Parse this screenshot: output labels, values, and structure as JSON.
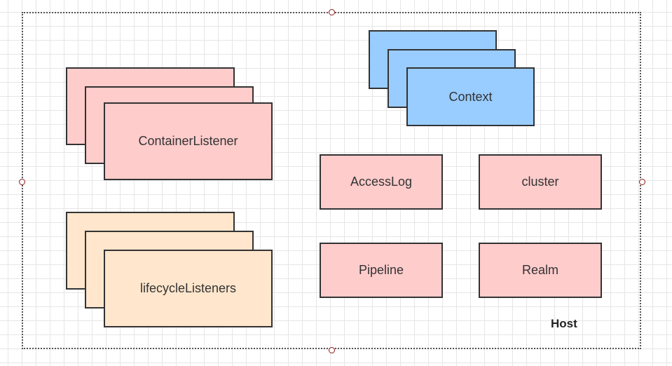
{
  "diagram": {
    "container": {
      "label": "Host"
    },
    "stacks": {
      "container_listener": {
        "label": "ContainerListener",
        "fill": "#ffcccc"
      },
      "lifecycle_listeners": {
        "label": "lifecycleListeners",
        "fill": "#ffe6cc"
      },
      "context": {
        "label": "Context",
        "fill": "#99ccff"
      }
    },
    "components": {
      "access_log": {
        "label": "AccessLog",
        "fill": "#ffcccc"
      },
      "cluster": {
        "label": "cluster",
        "fill": "#ffcccc"
      },
      "pipeline": {
        "label": "Pipeline",
        "fill": "#ffcccc"
      },
      "realm": {
        "label": "Realm",
        "fill": "#ffcccc"
      }
    },
    "stroke_color": "#333333",
    "selection_handle_color": "#8b1a1a"
  }
}
